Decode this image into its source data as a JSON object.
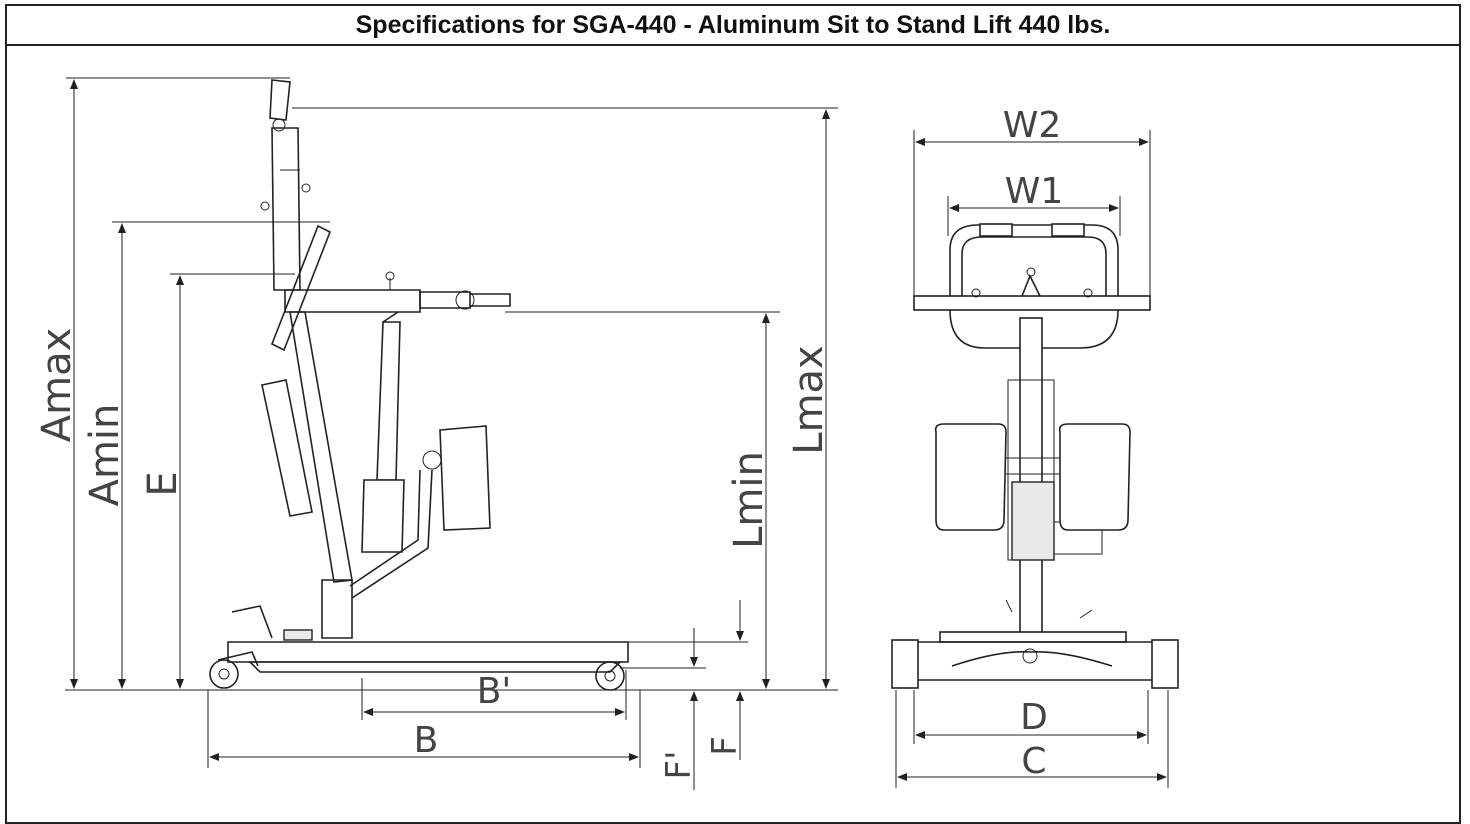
{
  "title": "Specifications for SGA-440 - Aluminum Sit to Stand Lift 440 lbs.",
  "labels": {
    "amax": "Amax",
    "amin": "Amin",
    "e": "E",
    "lmin": "Lmin",
    "lmax": "Lmax",
    "b": "B",
    "b_prime": "B'",
    "f": "F",
    "f_prime": "F'",
    "w1": "W1",
    "w2": "W2",
    "d": "D",
    "c": "C"
  }
}
